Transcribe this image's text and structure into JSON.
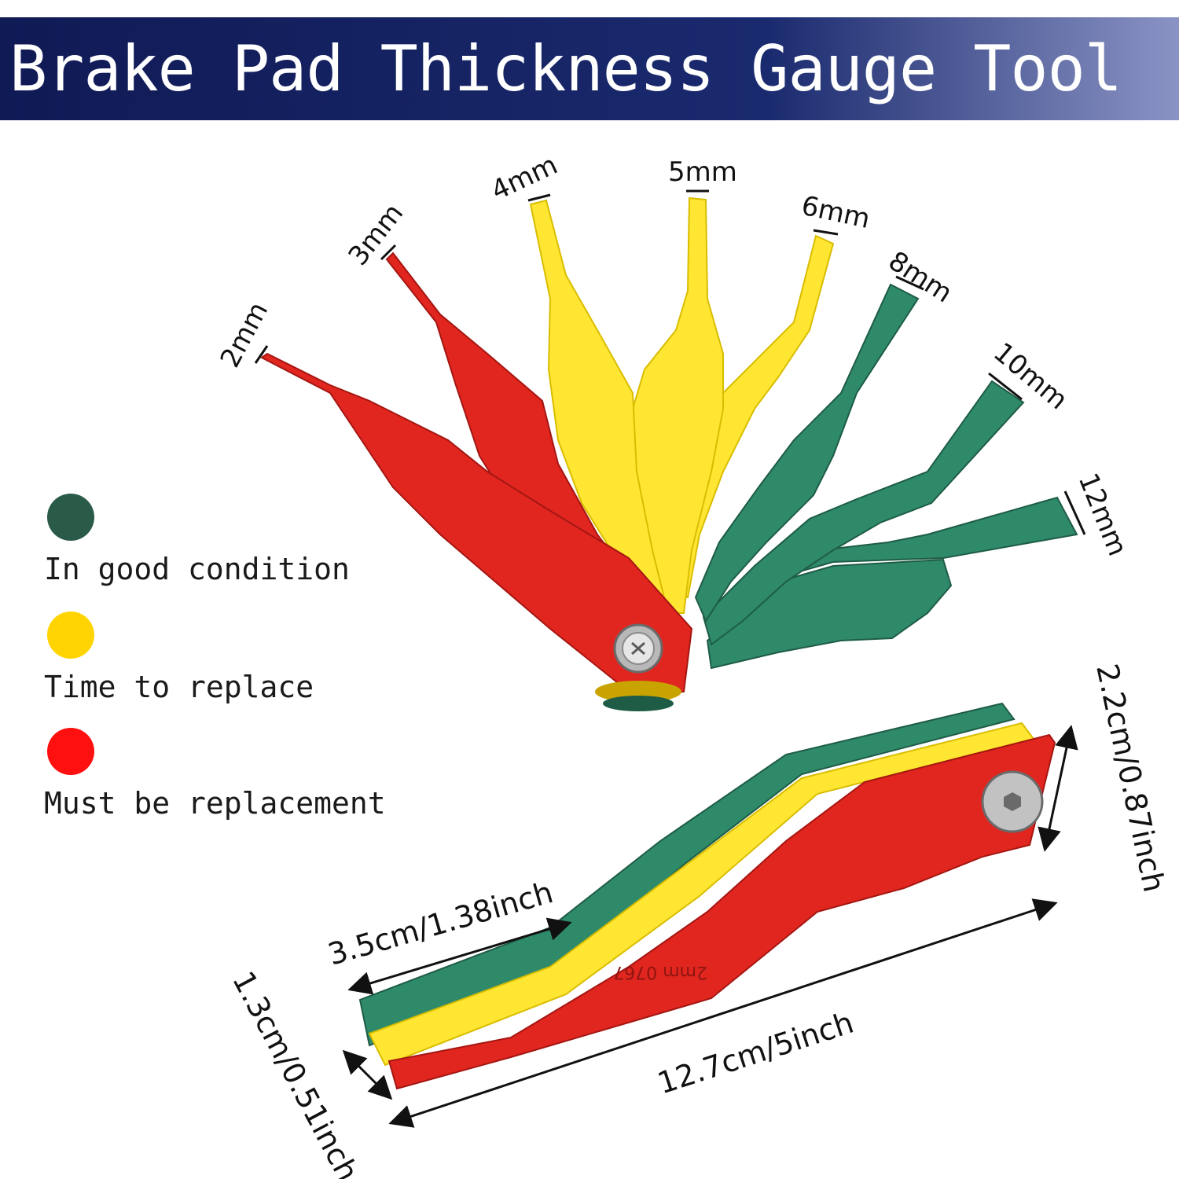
{
  "banner": {
    "title": "Brake Pad Thickness Gauge Tool",
    "gradient": [
      "#101a55",
      "#1a2a6e",
      "#8a93c4"
    ]
  },
  "legend": [
    {
      "color": "#2a5a48",
      "label": "In good condition"
    },
    {
      "color": "#ffd400",
      "label": "Time to replace"
    },
    {
      "color": "#ff1010",
      "label": "Must be replacement"
    }
  ],
  "gauge_labels": {
    "g2": "2mm",
    "g3": "3mm",
    "g4": "4mm",
    "g5": "5mm",
    "g6": "6mm",
    "g8": "8mm",
    "g10": "10mm",
    "g12": "12mm"
  },
  "colors": {
    "red": "#e0261f",
    "red_dark": "#b81a16",
    "yellow": "#ffe633",
    "yellow_dark": "#e6c900",
    "green": "#2f8a6a",
    "green_dark": "#236b52"
  },
  "dimensions": {
    "height": "2.2cm/0.87inch",
    "tip_length": "3.5cm/1.38inch",
    "length": "12.7cm/5inch",
    "thickness": "1.3cm/0.51inch"
  },
  "stamp": "2mm 0767"
}
